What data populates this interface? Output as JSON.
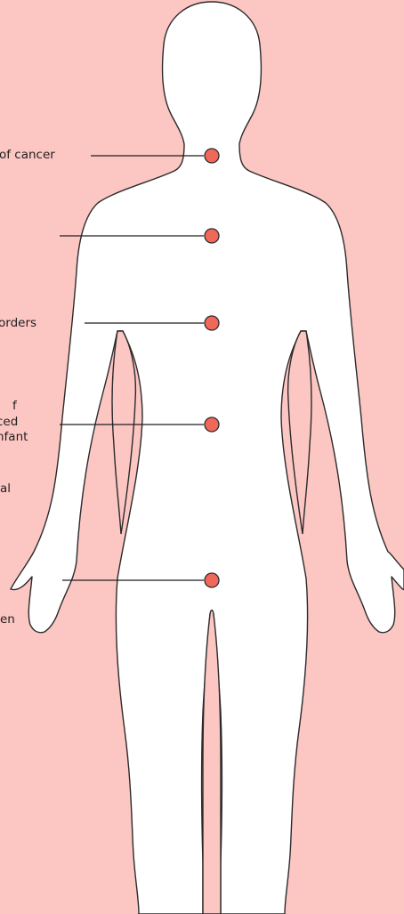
{
  "colors": {
    "background": "#fcc6c3",
    "body_fill": "#ffffff",
    "body_outline": "#2b2b2b",
    "marker_fill": "#f0685a",
    "marker_stroke": "#2b2b2b",
    "leader_line": "#1f1f1f"
  },
  "labels": [
    {
      "id": "neck",
      "lines": [
        "of cancer"
      ]
    },
    {
      "id": "chest",
      "lines": []
    },
    {
      "id": "abdomen",
      "lines": [
        "orders"
      ]
    },
    {
      "id": "waist",
      "lines": [
        "f",
        "ced",
        "nfant"
      ]
    },
    {
      "id": "waist-extra",
      "lines": [
        "al"
      ]
    },
    {
      "id": "pelvis",
      "lines": []
    },
    {
      "id": "hand",
      "lines": [
        "en"
      ]
    }
  ]
}
